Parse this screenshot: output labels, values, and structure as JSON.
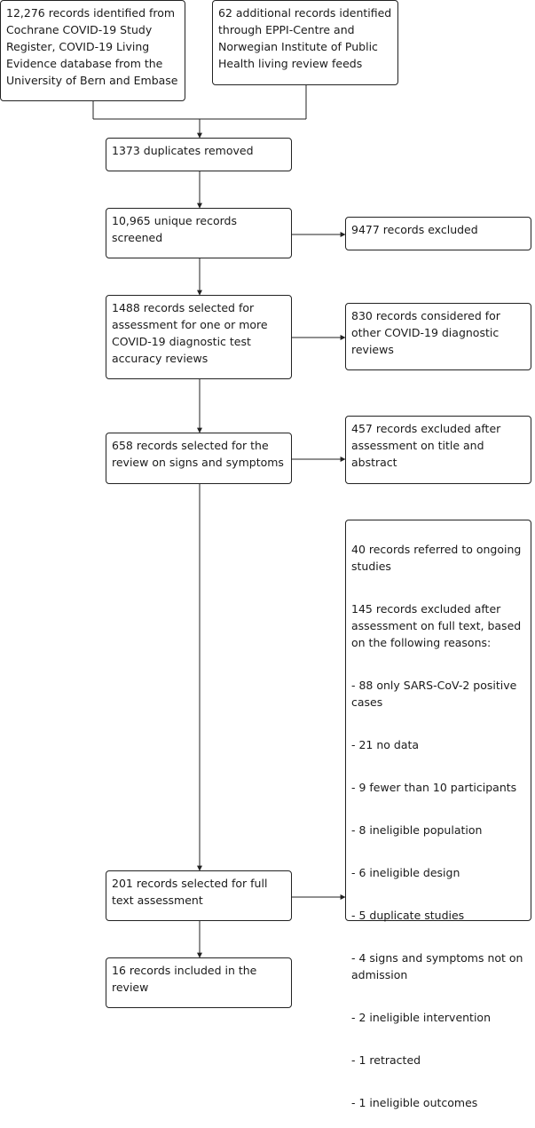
{
  "boxes": {
    "identified_databases": "12,276 records identified from\nCochrane COVID-19 Study\nRegister, COVID-19 Living\nEvidence database from the\nUniversity of Bern and Embase",
    "identified_additional": "62 additional records identified\nthrough EPPI-Centre and\nNorwegian Institute of Public\nHealth living review feeds",
    "duplicates_removed": "1373 duplicates removed",
    "unique_screened": "10,965 unique records\nscreened",
    "records_excluded": "9477 records excluded",
    "selected_assessment": "1488 records selected for\nassessment for one or more\nCOVID-19 diagnostic test\naccuracy reviews",
    "other_reviews": "830 records considered for\nother COVID-19 diagnostic\nreviews",
    "selected_review": "658 records selected for the\nreview on signs and symptoms",
    "excluded_title_abstract": "457 records excluded after\nassessment on title and\nabstract",
    "full_text_assessment": "201 records selected for full\ntext assessment",
    "included": "16 records included in the\nreview"
  },
  "exclusions": {
    "ongoing": "40 records referred to ongoing\nstudies",
    "excluded_full_text": "145 records excluded after\nassessment on full text, based\non the following reasons:",
    "reasons": [
      "- 88 only SARS-CoV-2 positive\ncases",
      "- 21 no data",
      "- 9 fewer than 10 participants",
      "- 8 ineligible population",
      "- 6 ineligible design",
      "- 5 duplicate studies",
      "- 4 signs and symptoms not on\nadmission",
      "- 2 ineligible intervention",
      "- 1 retracted",
      "- 1 ineligible outcomes"
    ]
  }
}
